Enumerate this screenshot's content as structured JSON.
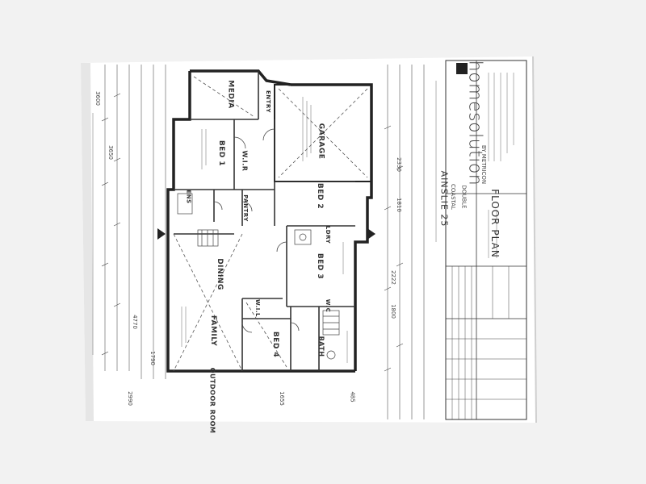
{
  "rooms": {
    "media": "MEDIA",
    "entry": "ENTRY",
    "garage": "GARAGE",
    "bed1": "BED 1",
    "wir": "W.I.R",
    "ens": "ENS",
    "bed2": "BED 2",
    "pantry": "PANTRY",
    "dining": "DINING",
    "bed3": "BED 3",
    "ldry": "LDRY",
    "family": "FAMILY",
    "bed4": "BED 4",
    "bath": "BATH",
    "outdoor_room": "OUTDOOR ROOM",
    "wc": "W.C",
    "wil": "W.I.L"
  },
  "title_block": {
    "brand": "homesolution",
    "sub_brand": "BY METRICON",
    "model": "AINSLIE 25",
    "facade": "COASTAL",
    "garage_type": "DOUBLE",
    "sheet_title": "FLOOR PLAN"
  },
  "dimensions": {
    "d3600": "3600",
    "d3650": "3650",
    "d2330": "2330",
    "d1810": "1810",
    "d2222": "2222",
    "d1800": "1800",
    "d2990": "2990",
    "d1655": "1655",
    "d485": "485",
    "d1790": "1790",
    "d4770": "4770"
  },
  "colors": {
    "paper": "#ffffff",
    "background": "#f2f2f2",
    "ink": "#2a2a2a"
  }
}
